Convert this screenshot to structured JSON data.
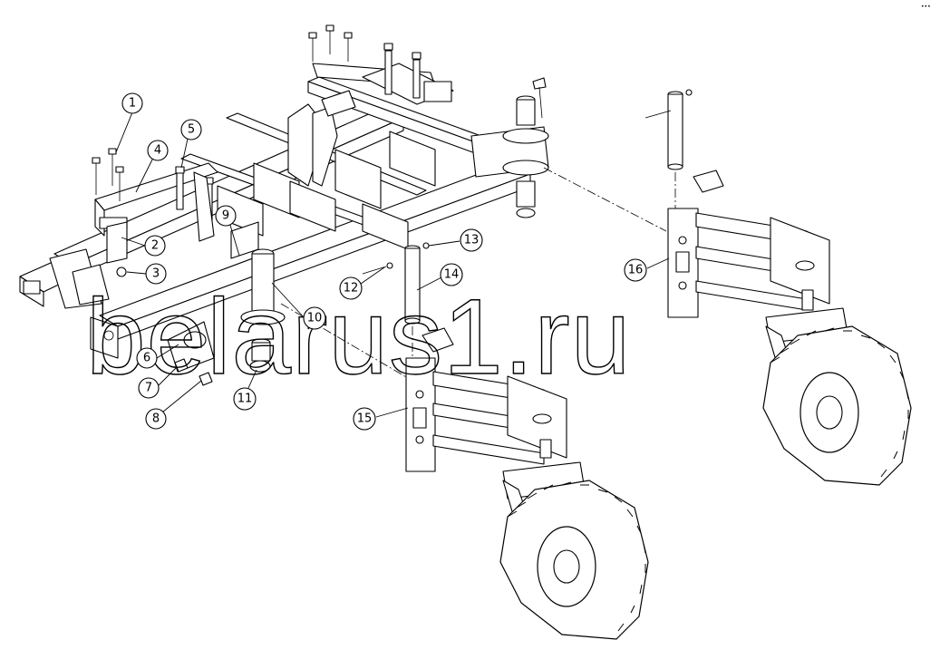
{
  "watermark": "belarus1.ru",
  "corner_mark": "•••",
  "callouts": [
    {
      "id": "1",
      "label": "1"
    },
    {
      "id": "2",
      "label": "2"
    },
    {
      "id": "3",
      "label": "3"
    },
    {
      "id": "4",
      "label": "4"
    },
    {
      "id": "5",
      "label": "5"
    },
    {
      "id": "6",
      "label": "6"
    },
    {
      "id": "7",
      "label": "7"
    },
    {
      "id": "8",
      "label": "8"
    },
    {
      "id": "9",
      "label": "9"
    },
    {
      "id": "10",
      "label": "10"
    },
    {
      "id": "11",
      "label": "11"
    },
    {
      "id": "12",
      "label": "12"
    },
    {
      "id": "13",
      "label": "13"
    },
    {
      "id": "14",
      "label": "14"
    },
    {
      "id": "15",
      "label": "15"
    },
    {
      "id": "16",
      "label": "16"
    }
  ]
}
